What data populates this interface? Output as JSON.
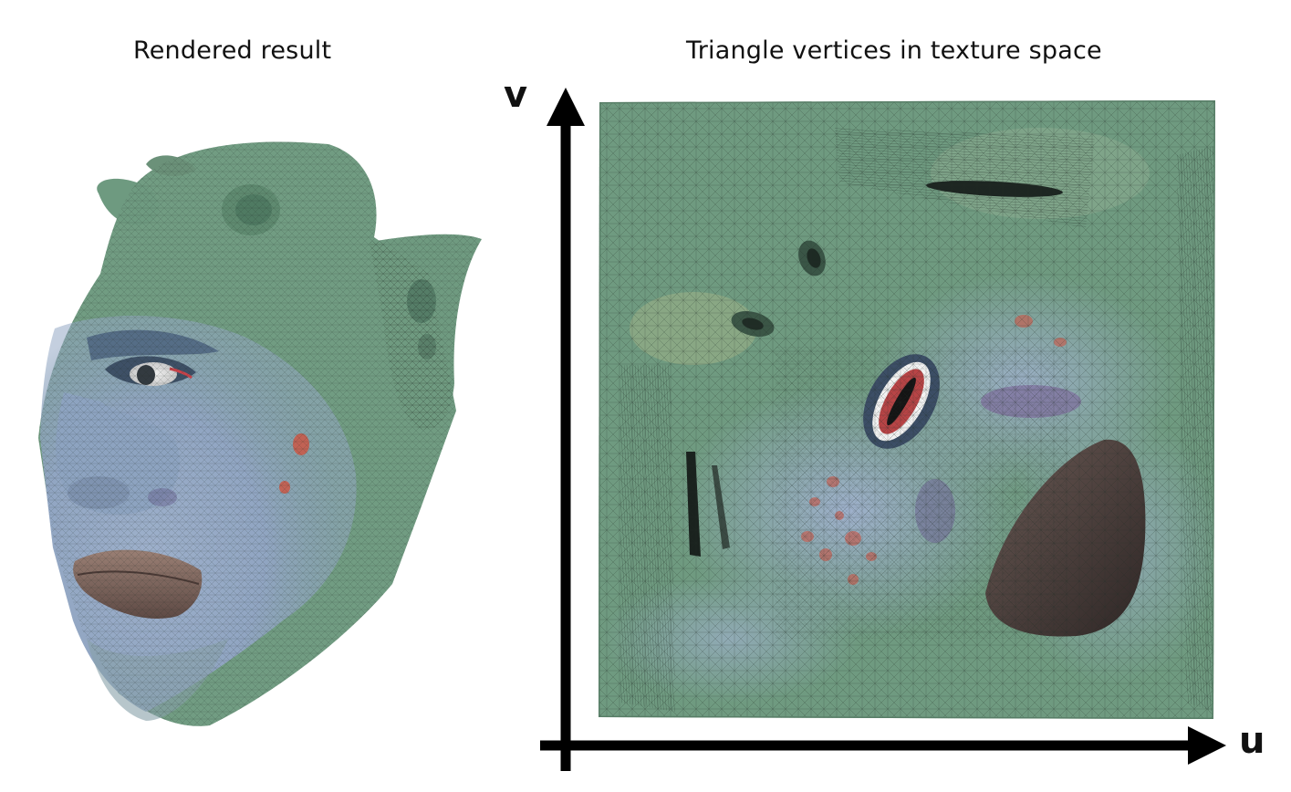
{
  "panels": {
    "left": {
      "title": "Rendered result"
    },
    "right": {
      "title": "Triangle vertices in texture space"
    }
  },
  "axes": {
    "vertical_label": "v",
    "horizontal_label": "u",
    "color": "#000000"
  },
  "colors": {
    "surface_green": "#6f9a7f",
    "surface_blue": "#8aa0be",
    "lip_brown": "#6d5650",
    "mouth_dark": "#3a302e",
    "blemish_red": "#d0533f",
    "wire": "#203028"
  }
}
